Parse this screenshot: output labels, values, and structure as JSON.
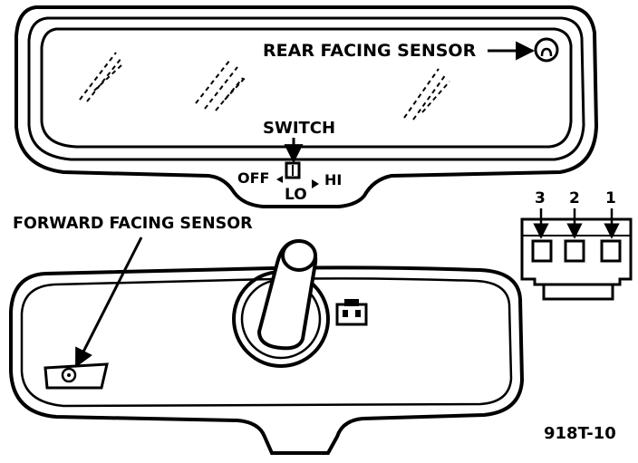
{
  "labels": {
    "rear_sensor": "REAR FACING SENSOR",
    "switch": "SWITCH",
    "off": "OFF",
    "lo": "LO",
    "hi": "HI",
    "forward_sensor": "FORWARD FACING SENSOR",
    "figure_id": "918T-10"
  },
  "connector": {
    "pins": [
      "3",
      "2",
      "1"
    ]
  }
}
